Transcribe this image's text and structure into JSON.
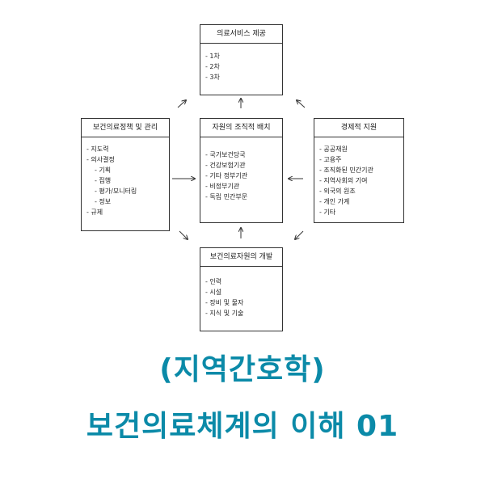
{
  "diagram": {
    "services": {
      "title": "의료서비스 제공",
      "items": [
        "- 1차",
        "- 2차",
        "- 3차"
      ]
    },
    "policy": {
      "title": "보건의료정책 및 관리",
      "items": [
        {
          "text": "- 지도력",
          "sub": false
        },
        {
          "text": "- 의사결정",
          "sub": false
        },
        {
          "text": "- 기획",
          "sub": true
        },
        {
          "text": "- 집행",
          "sub": true
        },
        {
          "text": "- 평가/모니터링",
          "sub": true
        },
        {
          "text": "- 정보",
          "sub": true
        },
        {
          "text": "- 규제",
          "sub": false
        }
      ]
    },
    "organization": {
      "title": "자원의 조직적 배치",
      "items": [
        "- 국가보건당국",
        "- 건강보험기관",
        "- 기타 정부기관",
        "- 비정부기관",
        "- 독립 민간부문"
      ]
    },
    "economic": {
      "title": "경제적 지원",
      "items": [
        "- 공공재원",
        "- 고용주",
        "- 조직화된 민간기관",
        "- 지역사회의 기여",
        "- 외국의 원조",
        "- 개인 가계",
        "- 기타"
      ]
    },
    "resources": {
      "title": "보건의료자원의 개발",
      "items": [
        "- 인력",
        "- 시설",
        "- 장비 및 물자",
        "- 지식 및 기술"
      ]
    }
  },
  "caption": {
    "line1": "(지역간호학)",
    "line2": "보건의료체계의 이해 01"
  }
}
